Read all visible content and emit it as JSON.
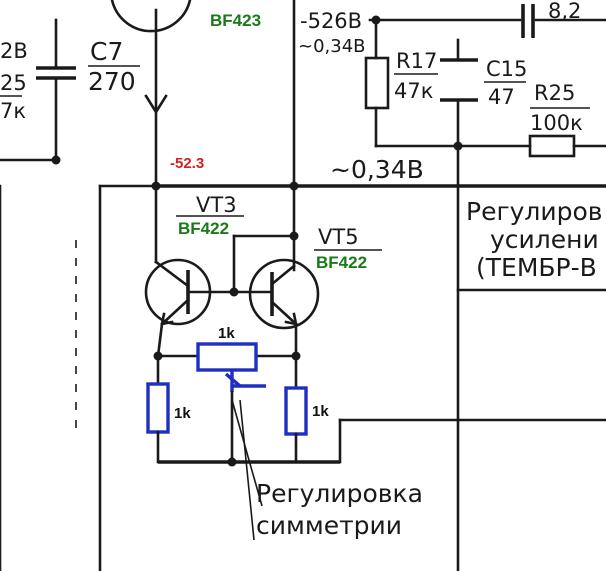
{
  "labels": {
    "vt_top_partial": "BF423",
    "voltage_526": "-526В",
    "voltage_034_small": "~0,34В",
    "c7_name": "C7",
    "c7_value": "270",
    "left_edge_top": "2В",
    "left_edge_r": "25",
    "left_edge_r_value": "7к",
    "r17_name": "R17",
    "r17_value": "47к",
    "c15_name": "C15",
    "c15_value": "47",
    "r25_name": "R25",
    "r25_value": "100к",
    "top_right_cap": "8,2",
    "red_voltage": "-52.3",
    "bus_voltage": "~0,34В",
    "vt3_name": "VT3",
    "vt3_type": "BF422",
    "vt5_name": "VT5",
    "vt5_type": "BF422",
    "right_box_line1": "Регулиров",
    "right_box_line2": "усилени",
    "right_box_line3": "(ТЕМБР-В",
    "pot_value": "1k",
    "r_left_value": "1k",
    "r_right_value": "1k",
    "symmetry_line1": "Регулировка",
    "symmetry_line2": "симметрии"
  },
  "colors": {
    "wire": "#1a1a1a",
    "added_parts": "#1f2fc0",
    "transistor_type": "#1a7a1a",
    "measured_voltage": "#d42020"
  }
}
